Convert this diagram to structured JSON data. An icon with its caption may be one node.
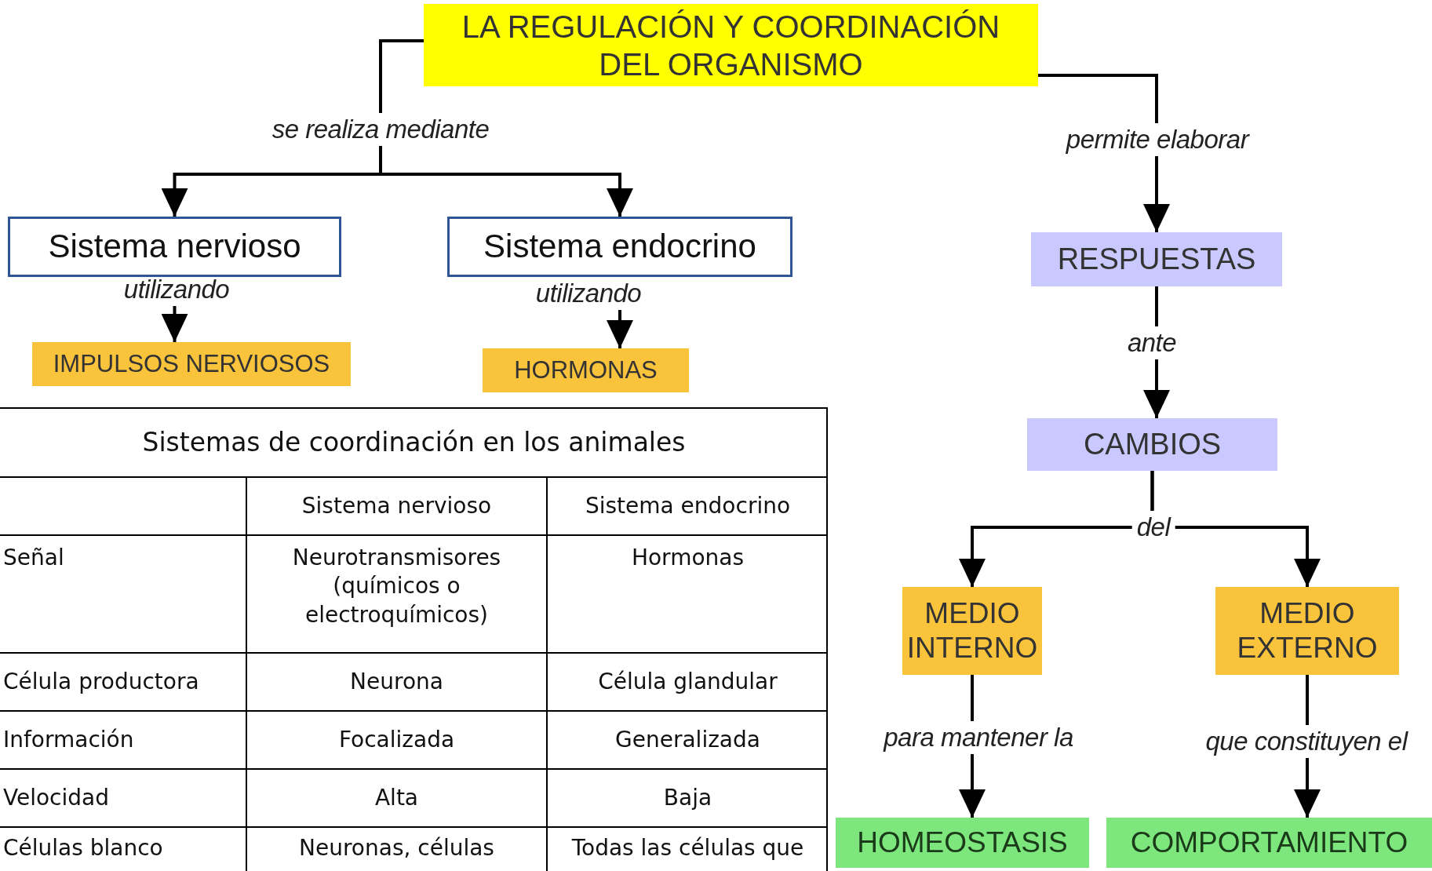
{
  "diagram": {
    "nodes": [
      {
        "text": [
          "LA REGULACIÓN Y COORDINACIÓN DEL ORGANISMO"
        ]
      },
      {
        "text": [
          "Sistema nervioso"
        ]
      },
      {
        "text": [
          "Sistema endocrino"
        ]
      },
      {
        "text": [
          "IMPULSOS NERVIOSOS"
        ]
      },
      {
        "text": [
          "HORMONAS"
        ]
      },
      {
        "text": [
          "RESPUESTAS"
        ]
      },
      {
        "text": [
          "CAMBIOS"
        ]
      },
      {
        "text": [
          "MEDIO INTERNO"
        ]
      },
      {
        "text": [
          "MEDIO EXTERNO"
        ]
      },
      {
        "text": [
          "HOMEOSTASIS"
        ]
      },
      {
        "text": [
          "COMPORTAMIENTO"
        ]
      }
    ],
    "edges": [
      {
        "from": 0,
        "to": 1,
        "arrow": "to",
        "label": "se realiza mediante"
      },
      {
        "from": 0,
        "to": 2,
        "arrow": "to"
      },
      {
        "from": 1,
        "to": 3,
        "arrow": "to",
        "label": "utilizando"
      },
      {
        "from": 2,
        "to": 4,
        "arrow": "to",
        "label": "utilizando"
      },
      {
        "from": 0,
        "to": 5,
        "arrow": "to",
        "label": "permite elaborar"
      },
      {
        "from": 5,
        "to": 6,
        "arrow": "to",
        "label": "ante"
      },
      {
        "from": 6,
        "to": 7,
        "arrow": "to",
        "label": "del"
      },
      {
        "from": 6,
        "to": 8,
        "arrow": "to"
      },
      {
        "from": 7,
        "to": 9,
        "arrow": "to",
        "label": "para mantener la"
      },
      {
        "from": 8,
        "to": 10,
        "arrow": "to",
        "label": "que constituyen el"
      }
    ],
    "labels": [
      "Sistemas de coordinación en los animales",
      "Sistema nervioso",
      "Sistema endocrino",
      "Señal",
      "Neurotransmisores (químicos o electroquímicos)",
      "Hormonas",
      "Célula productora",
      "Neurona",
      "Célula glandular",
      "Información",
      "Focalizada",
      "Generalizada",
      "Velocidad",
      "Alta",
      "Baja",
      "Células blanco",
      "Neuronas, células",
      "Todas las células que"
    ]
  }
}
